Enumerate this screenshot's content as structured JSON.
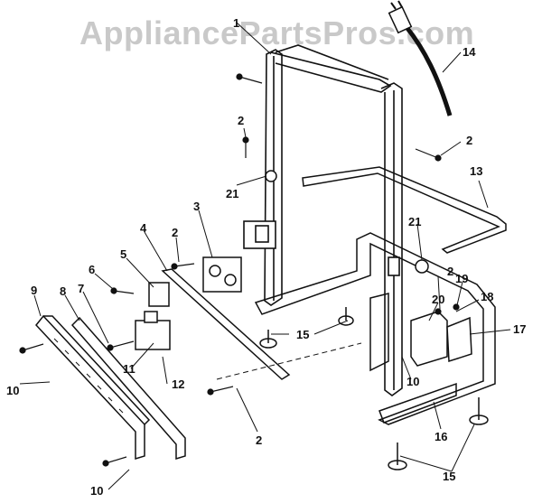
{
  "watermark": "AppliancePartsPros.com",
  "callouts": [
    {
      "id": "c1",
      "label": "1"
    },
    {
      "id": "c2a",
      "label": "2"
    },
    {
      "id": "c2b",
      "label": "2"
    },
    {
      "id": "c2c",
      "label": "2"
    },
    {
      "id": "c2d",
      "label": "2"
    },
    {
      "id": "c2e",
      "label": "2"
    },
    {
      "id": "c3",
      "label": "3"
    },
    {
      "id": "c4",
      "label": "4"
    },
    {
      "id": "c5",
      "label": "5"
    },
    {
      "id": "c6",
      "label": "6"
    },
    {
      "id": "c7",
      "label": "7"
    },
    {
      "id": "c8",
      "label": "8"
    },
    {
      "id": "c9",
      "label": "9"
    },
    {
      "id": "c10a",
      "label": "10"
    },
    {
      "id": "c10b",
      "label": "10"
    },
    {
      "id": "c10c",
      "label": "10"
    },
    {
      "id": "c11",
      "label": "11"
    },
    {
      "id": "c12",
      "label": "12"
    },
    {
      "id": "c13",
      "label": "13"
    },
    {
      "id": "c14",
      "label": "14"
    },
    {
      "id": "c15a",
      "label": "15"
    },
    {
      "id": "c15b",
      "label": "15"
    },
    {
      "id": "c16",
      "label": "16"
    },
    {
      "id": "c17",
      "label": "17"
    },
    {
      "id": "c18",
      "label": "18"
    },
    {
      "id": "c19",
      "label": "19"
    },
    {
      "id": "c20",
      "label": "20"
    },
    {
      "id": "c21a",
      "label": "21"
    },
    {
      "id": "c21b",
      "label": "21"
    }
  ]
}
